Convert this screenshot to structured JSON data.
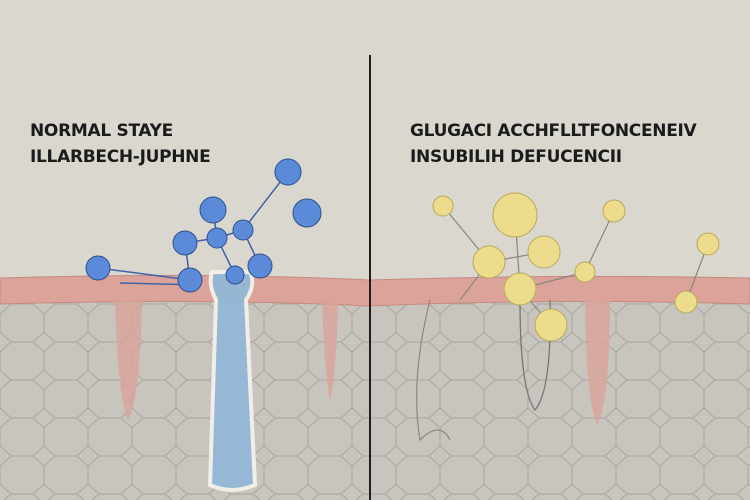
{
  "left_panel": {
    "title_line1": "NORMAL STAYE",
    "title_line2": "ILLARBECH-JUPHNE",
    "molecule_color": "#5a8ad8"
  },
  "right_panel": {
    "title_line1": "GLUGACI ACCHFLLTFONCENEIV",
    "title_line2": "INSUBILIH DEFUCENCII",
    "molecule_color": "#ecdc8c"
  },
  "colors": {
    "background": "#dad7ce",
    "skin_band": "#dba39a",
    "tissue": "#c8c5be",
    "vessel": "#94b8d8"
  }
}
